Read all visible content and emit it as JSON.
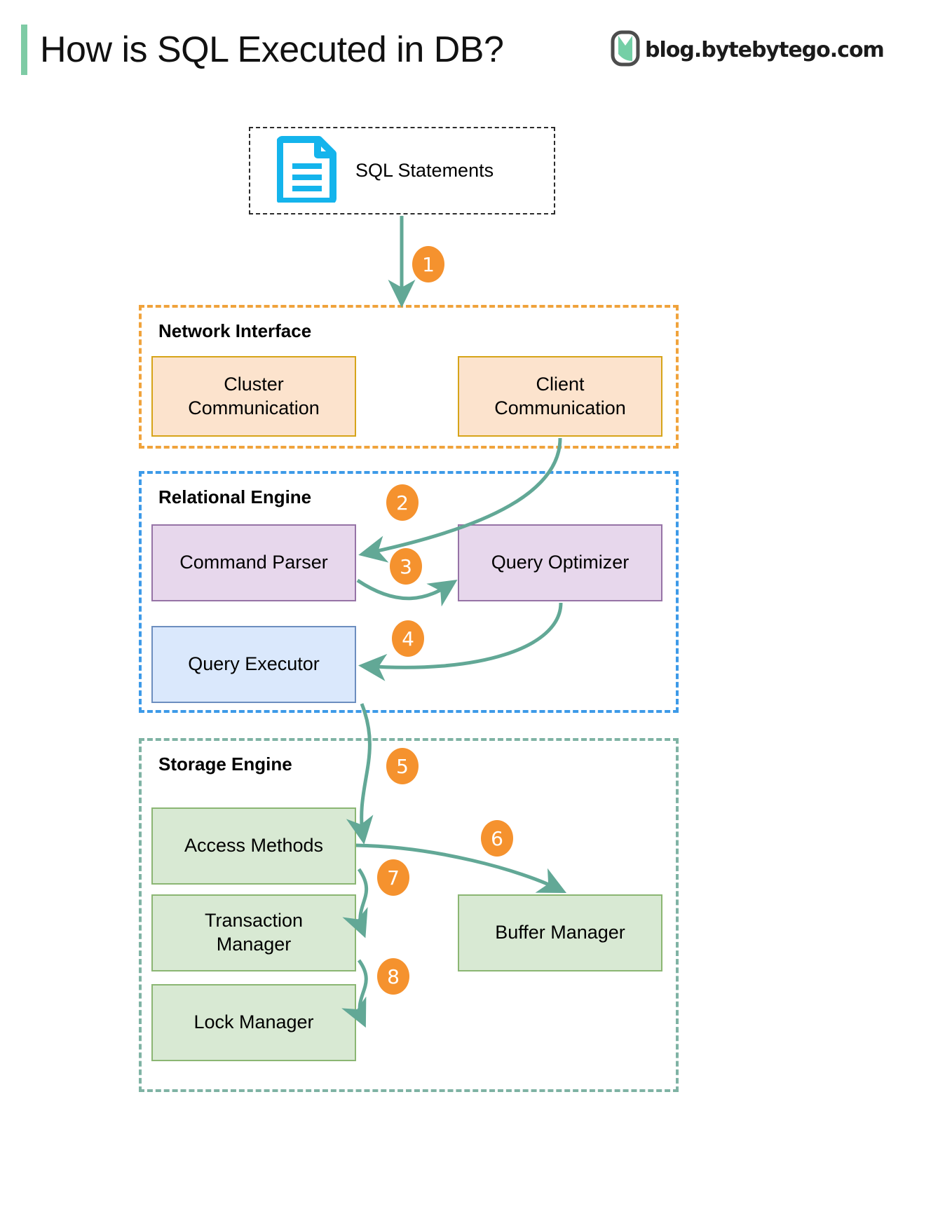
{
  "header": {
    "title": "How is SQL Executed in DB?",
    "brand": "blog.bytebytego.com",
    "accent_color": "#7ecba5",
    "logo_icon": "bytebytego-logo-icon"
  },
  "source": {
    "label": "SQL Statements",
    "icon": "document-icon",
    "icon_color": "#14b4ec"
  },
  "groups": [
    {
      "id": "network",
      "label": "Network Interface",
      "border_color": "#f0a33c"
    },
    {
      "id": "relational",
      "label": "Relational Engine",
      "border_color": "#3d9ae8"
    },
    {
      "id": "storage",
      "label": "Storage Engine",
      "border_color": "#7fb3a4"
    }
  ],
  "nodes": {
    "cluster_communication": "Cluster\nCommunication",
    "cluster_communication_l1": "Cluster",
    "cluster_communication_l2": "Communication",
    "client_communication_l1": "Client",
    "client_communication_l2": "Communication",
    "command_parser": "Command Parser",
    "query_optimizer": "Query Optimizer",
    "query_executor": "Query Executor",
    "access_methods": "Access Methods",
    "transaction_manager_l1": "Transaction",
    "transaction_manager_l2": "Manager",
    "lock_manager": "Lock Manager",
    "buffer_manager": "Buffer Manager"
  },
  "steps": [
    {
      "n": "1",
      "from": "SQL Statements",
      "to": "Network Interface"
    },
    {
      "n": "2",
      "from": "Client Communication",
      "to": "Command Parser"
    },
    {
      "n": "3",
      "from": "Command Parser",
      "to": "Query Optimizer"
    },
    {
      "n": "4",
      "from": "Query Optimizer",
      "to": "Query Executor"
    },
    {
      "n": "5",
      "from": "Query Executor",
      "to": "Access Methods"
    },
    {
      "n": "6",
      "from": "Access Methods",
      "to": "Buffer Manager"
    },
    {
      "n": "7",
      "from": "Access Methods",
      "to": "Transaction Manager"
    },
    {
      "n": "8",
      "from": "Transaction Manager",
      "to": "Lock Manager"
    }
  ],
  "colors": {
    "badge": "#f5922e",
    "arrow": "#62a896",
    "orange_fill": "#fce3cd",
    "purple_fill": "#e7d7ec",
    "blue_fill": "#dae8fc",
    "green_fill": "#d8e9d3"
  }
}
